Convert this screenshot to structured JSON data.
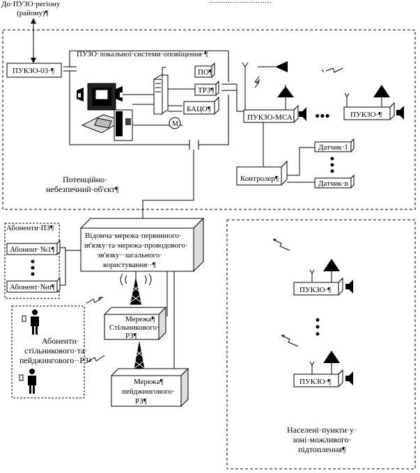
{
  "top_label": {
    "line1": "До·ПУЗО·регіону",
    "line2": "(району)¶"
  },
  "top_right_text": "………………………",
  "pukzo03": "ПУКЗО-03·¶",
  "local_system": "ПУЗО·локальної·системи·оповіщення·¶",
  "po": "ПО¶",
  "trz": "ТРЗ¶",
  "batso": "БАЦО¶",
  "motor": "М",
  "pukzo_msa": "ПУКЗО-МСА·",
  "pukzo_right": "ПУКЗО·¶",
  "dots": "●●●",
  "sensor1": "Датчик·1",
  "sensorn": "Датчик·n",
  "controller": "Контролер¶",
  "hazard_object": {
    "line1": "Потенційно·",
    "line2": "небезпечний·об'єкт¶"
  },
  "subscribers_title": "Абоненти·ПЗ¶",
  "subscriber1": "Абонент·№1¶",
  "subscribern": "Абонент·№n¶",
  "network_main": {
    "line1": "Відомча·мережа·первинного·",
    "line2": "зв'язку·та·мережа·проводового·",
    "line3": "зв'язку··загального·",
    "line4": "користування··¶"
  },
  "cellular": {
    "line1": "Мережа¶",
    "line2": "Стільникового·",
    "line3": "РЗ¶"
  },
  "paging": {
    "line1": "Мережа¶",
    "line2": "пейджингового·",
    "line3": "РЗ¶"
  },
  "mobile_subscribers": {
    "line1": "Абоненти·",
    "line2": "стільникового·та·",
    "line3": "пейджингового··РЗ"
  },
  "settlement_pukzo1": "ПУКЗО·¶",
  "settlement_pukzo2": "ПУКЗО·¶",
  "settlements": {
    "line1": "Населені·пункти·у·",
    "line2": "зоні·можливого·",
    "line3": "підтоплення¶"
  }
}
